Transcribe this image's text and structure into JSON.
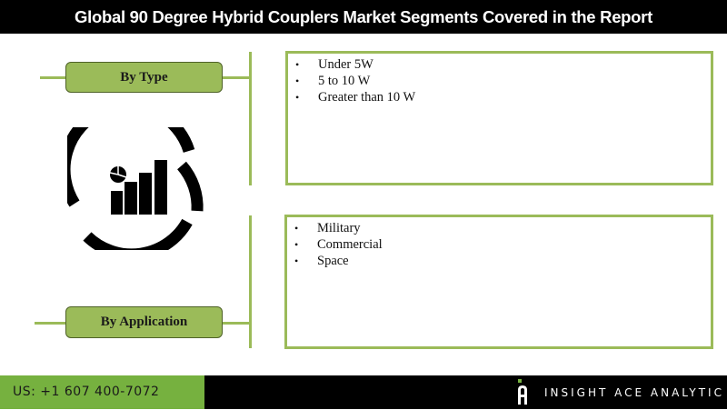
{
  "header": {
    "title": "Global 90 Degree Hybrid Couplers Market Segments Covered in the Report"
  },
  "segments": [
    {
      "label": "By Type",
      "items": [
        "Under 5W",
        "5 to 10 W",
        "Greater than 10 W"
      ]
    },
    {
      "label": "By Application",
      "items": [
        "Military",
        "Commercial",
        "Space"
      ]
    }
  ],
  "center_icon": "analytics-chart-icon",
  "bullet_glyph": "•",
  "colors": {
    "header_bg": "#000000",
    "accent_green": "#9bbb59",
    "pill_border": "#4f6228",
    "footer_green": "#76b13f",
    "footer_black": "#000000"
  },
  "footer": {
    "phone": "US: +1 607 400-7072",
    "brand": "INSIGHT ACE ANALYTIC",
    "logo_icon": "insight-ace-logo-icon"
  }
}
